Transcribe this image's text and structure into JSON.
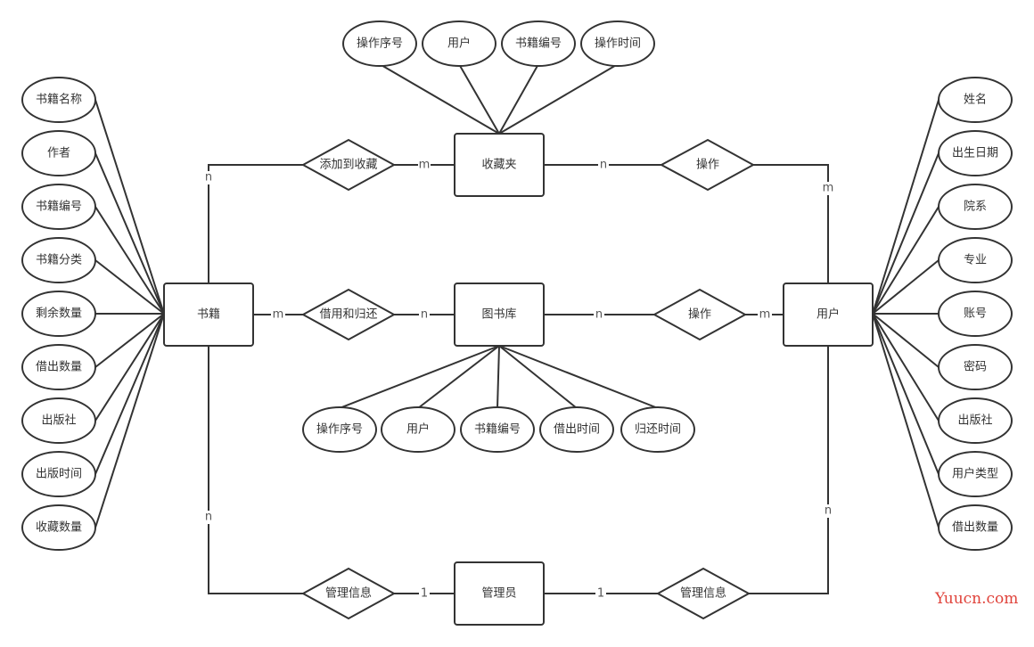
{
  "entities": {
    "book": "书籍",
    "favorites": "收藏夹",
    "library": "图书库",
    "user": "用户",
    "admin": "管理员"
  },
  "relationships": {
    "add_favorite": "添加到收藏",
    "operate_top": "操作",
    "borrow_return": "借用和归还",
    "operate_mid": "操作",
    "manage_left": "管理信息",
    "manage_right": "管理信息"
  },
  "attributes": {
    "book": [
      "书籍名称",
      "作者",
      "书籍编号",
      "书籍分类",
      "剩余数量",
      "借出数量",
      "出版社",
      "出版时间",
      "收藏数量"
    ],
    "user": [
      "姓名",
      "出生日期",
      "院系",
      "专业",
      "账号",
      "密码",
      "出版社",
      "用户类型",
      "借出数量"
    ],
    "favorites": [
      "操作序号",
      "用户",
      "书籍编号",
      "操作时间"
    ],
    "library": [
      "操作序号",
      "用户",
      "书籍编号",
      "借出时间",
      "归还时间"
    ]
  },
  "cardinalities": {
    "book_add": "n",
    "add_fav": "m",
    "fav_op": "n",
    "op_user_top": "m",
    "book_borrow": "m",
    "borrow_lib": "n",
    "lib_op": "n",
    "op_user_mid": "m",
    "book_manage": "n",
    "manage_admin_left": "1",
    "admin_manage_right": "1",
    "manage_user": "n"
  },
  "watermark": "Yuucn.com"
}
